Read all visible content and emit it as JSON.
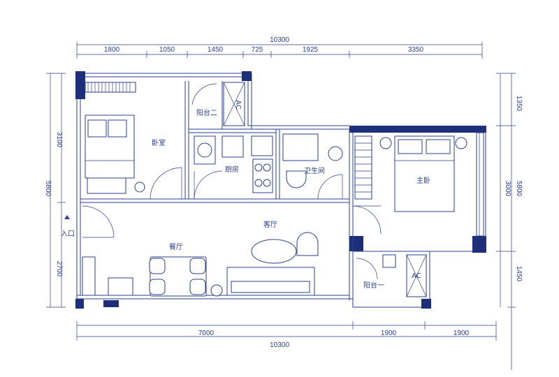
{
  "dimensions": {
    "top_total": "10300",
    "top_segments": [
      "1800",
      "1050",
      "1450",
      "725",
      "1925",
      "3350"
    ],
    "bottom_total": "10300",
    "bottom_segments": [
      "7000",
      "1900",
      "1900"
    ],
    "left_total": "5800",
    "left_segments": [
      "3100",
      "2700"
    ],
    "right_total": "5800",
    "right_segments": [
      "1350",
      "3000",
      "1450"
    ]
  },
  "rooms": {
    "bedroom": "卧室",
    "balcony2": "阳台二",
    "kitchen": "厨房",
    "bathroom": "卫生间",
    "master_bedroom": "主卧",
    "living_room": "客厅",
    "dining_room": "餐厅",
    "balcony1": "阳台一",
    "entrance": "入口",
    "ac_upper": "AC",
    "ac_lower": "AC"
  }
}
